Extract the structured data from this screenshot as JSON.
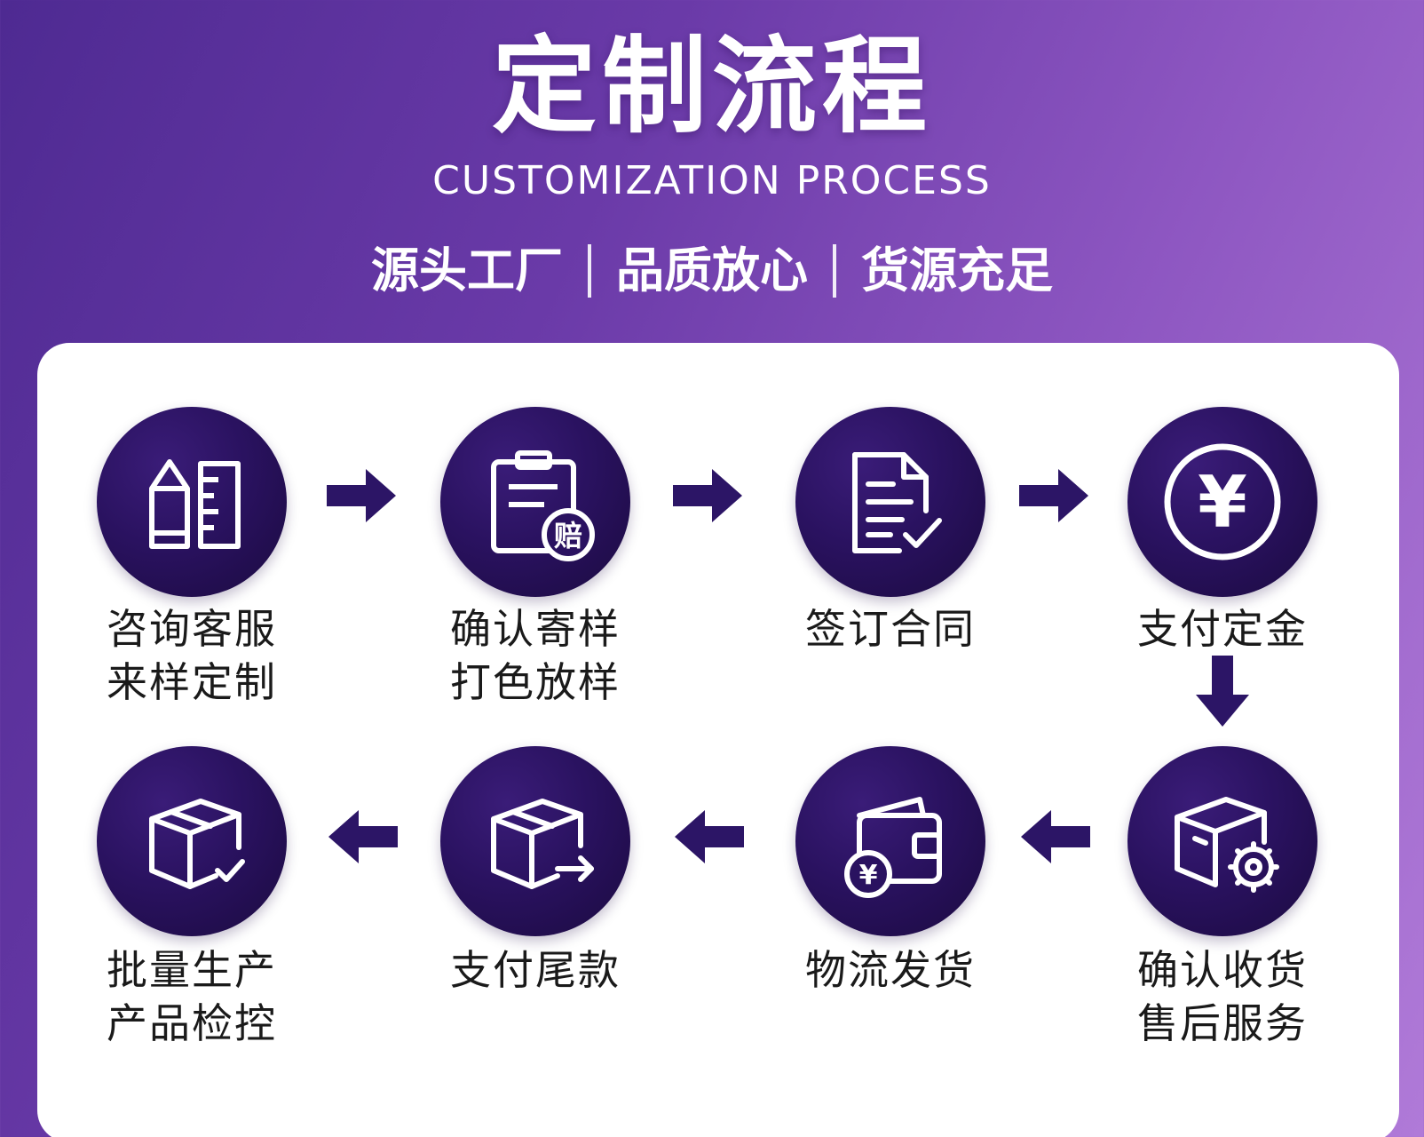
{
  "header": {
    "title": "定制流程",
    "subtitle": "CUSTOMIZATION PROCESS",
    "tagline": [
      "源头工厂",
      "品质放心",
      "货源充足"
    ]
  },
  "steps": [
    {
      "line1": "咨询客服",
      "line2": "来样定制",
      "icon": "pencil-ruler-icon"
    },
    {
      "line1": "确认寄样",
      "line2": "打色放样",
      "icon": "clipboard-compensation-icon",
      "badge": "赔"
    },
    {
      "line1": "签订合同",
      "line2": "",
      "icon": "contract-document-icon"
    },
    {
      "line1": "支付定金",
      "line2": "",
      "icon": "yuan-coin-icon",
      "symbol": "¥"
    },
    {
      "line1": "确认收货",
      "line2": "售后服务",
      "icon": "box-gear-icon"
    },
    {
      "line1": "物流发货",
      "line2": "",
      "icon": "wallet-yuan-icon",
      "symbol": "¥"
    },
    {
      "line1": "支付尾款",
      "line2": "",
      "icon": "box-arrow-icon"
    },
    {
      "line1": "批量生产",
      "line2": "产品检控",
      "icon": "box-check-icon"
    }
  ],
  "colors": {
    "circle": "#2a1260",
    "arrow": "#2c1566",
    "card": "#ffffff",
    "label": "#1a1a1a"
  }
}
